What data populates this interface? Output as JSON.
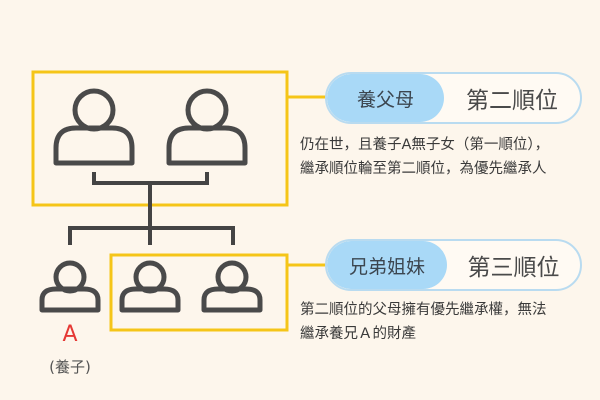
{
  "parents": {
    "tag": "養父母",
    "rank": "第二順位",
    "desc": [
      "仍在世，且養子A無子女（第一順位），",
      "繼承順位輪至第二順位，為優先繼承人"
    ]
  },
  "siblings": {
    "tag": "兄弟姐妹",
    "rank": "第三順位",
    "desc": [
      "第二順位的父母擁有優先繼承權，無法",
      "繼承養兄Ａ的財產"
    ]
  },
  "adoptee": {
    "label": "A",
    "sublabel": "(養子)"
  },
  "colors": {
    "box": "#f5c518",
    "tag": "#a9d9f7",
    "label_red": "#e53935",
    "icon": "#4a4a4a"
  }
}
